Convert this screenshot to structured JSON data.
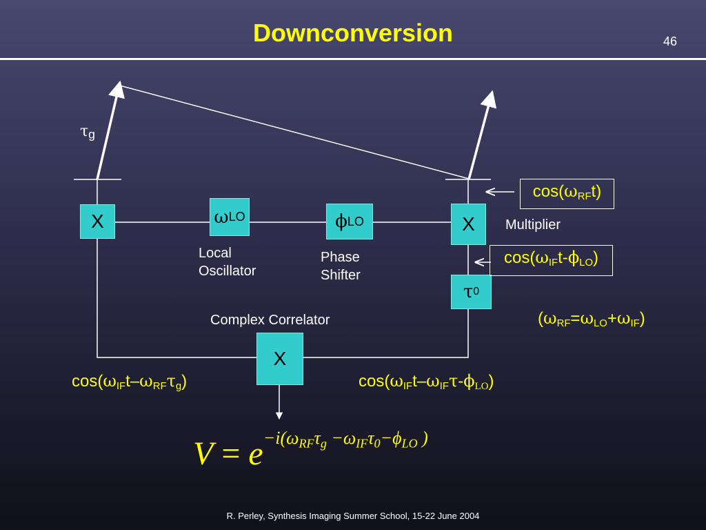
{
  "slide": {
    "title": "Downconversion",
    "page_number": "46",
    "footer": "R. Perley, Synthesis Imaging Summer School, 15-22 June 2004"
  },
  "diagram": {
    "tau_g": {
      "symbol": "τ",
      "sub": "g"
    },
    "mixer_left": "X",
    "mixer_right": "X",
    "mixer_bottom": "X",
    "lo_box": {
      "symbol": "ω",
      "sub": "LO"
    },
    "phase_box": {
      "symbol": "ϕ",
      "sub": "LO"
    },
    "delay_box": {
      "symbol": "τ",
      "sub": "0"
    },
    "lo_label": [
      "Local",
      "Oscillator"
    ],
    "phase_label": [
      "Phase",
      "Shifter"
    ],
    "multiplier_label": "Multiplier",
    "correlator_label": "Complex Correlator",
    "rf_signal": {
      "pre": "cos(",
      "w": "ω",
      "sub": "RF",
      "post": "t)"
    },
    "if_signal": {
      "pre": "cos(",
      "w": "ω",
      "sub": "IF",
      "mid": "t-",
      "phi": "ϕ",
      "phisub": "LO",
      "post": ")"
    },
    "freq_relation": {
      "open": "(",
      "w1": "ω",
      "s1": "RF",
      "eq": "=",
      "w2": "ω",
      "s2": "LO",
      "plus": "+",
      "w3": "ω",
      "s3": "IF",
      "close": ")"
    },
    "left_output": {
      "pre": "cos(",
      "w1": "ω",
      "s1": "IF",
      "mid": "t–",
      "w2": "ω",
      "s2": "RF",
      "tau": "τ",
      "s3": "g",
      "post": ")"
    },
    "right_output": {
      "pre": "cos(",
      "w1": "ω",
      "s1": "IF",
      "mid": "t–",
      "w2": "ω",
      "s2": "IF",
      "tau": "τ",
      "dash": "-",
      "phi": "ϕ",
      "s3": "LO",
      "post": ")"
    }
  },
  "equation": {
    "lhs": "V",
    "eq": " = ",
    "base": "e",
    "exp": {
      "a": "−i(ω",
      "s1": "RF",
      "b": "τ",
      "s2": "g",
      "c": " −ω",
      "s3": "IF",
      "d": "τ",
      "s4": "0",
      "e": "−ϕ",
      "s5": "LO",
      "f": " )"
    }
  },
  "colors": {
    "title": "#ffff00",
    "box_fill": "#33cccc",
    "lines": "#ffffff",
    "formula": "#ffff00"
  }
}
